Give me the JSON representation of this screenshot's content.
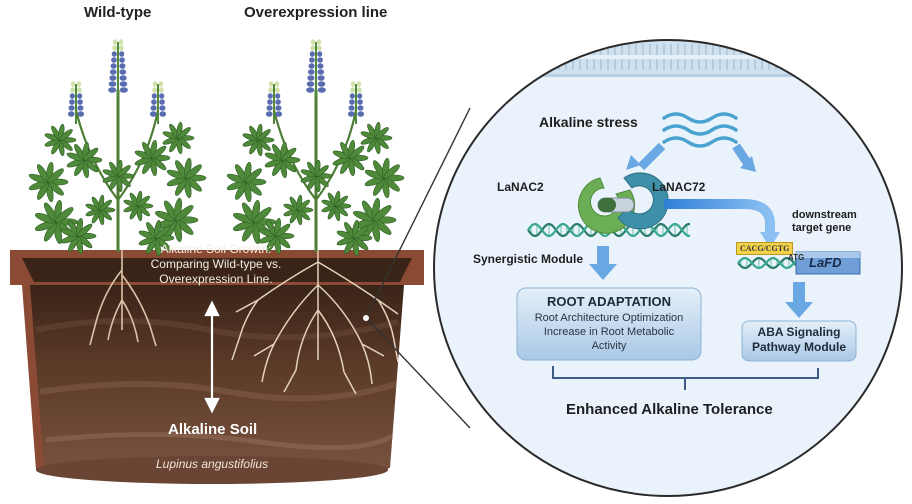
{
  "labels": {
    "wild_type": "Wild-type",
    "overexpression_line": "Overexpression line",
    "soil_caption": "Alkaline Soil Growth: Comparing Wild-type vs. Overexpression Line.",
    "alkaline_soil": "Alkaline Soil",
    "species": "Lupinus angustifolius",
    "alkaline_stress": "Alkaline stress",
    "lanac2": "LaNAC2",
    "lanac72": "LaNAC72",
    "downstream_target": "downstream target gene",
    "synergistic_module": "Synergistic Module",
    "motif": "CACG/CGTG",
    "atg": "ATG",
    "lafd": "LaFD",
    "root_adaptation_title": "ROOT ADAPTATION",
    "root_adaptation_body": "Root Architecture Optimization Increase in Root Metabolic Activity",
    "aba_module": "ABA Signaling Pathway Module",
    "enhanced_tolerance": "Enhanced Alkaline Tolerance"
  },
  "colors": {
    "pot_rim": "#8a4a33",
    "soil_dark": "#3a2418",
    "soil_mid": "#5c3a28",
    "leaf": "#4f8a3a",
    "flower": "#5a6cb0",
    "circle_fill": "#eaf3fb",
    "circle_stroke": "#2a2a2a",
    "arrow_blue": "#5d9be0",
    "lanac2_green": "#6cae55",
    "lanac72_teal": "#3e8fa8",
    "box_blue": "#c9dff1"
  }
}
